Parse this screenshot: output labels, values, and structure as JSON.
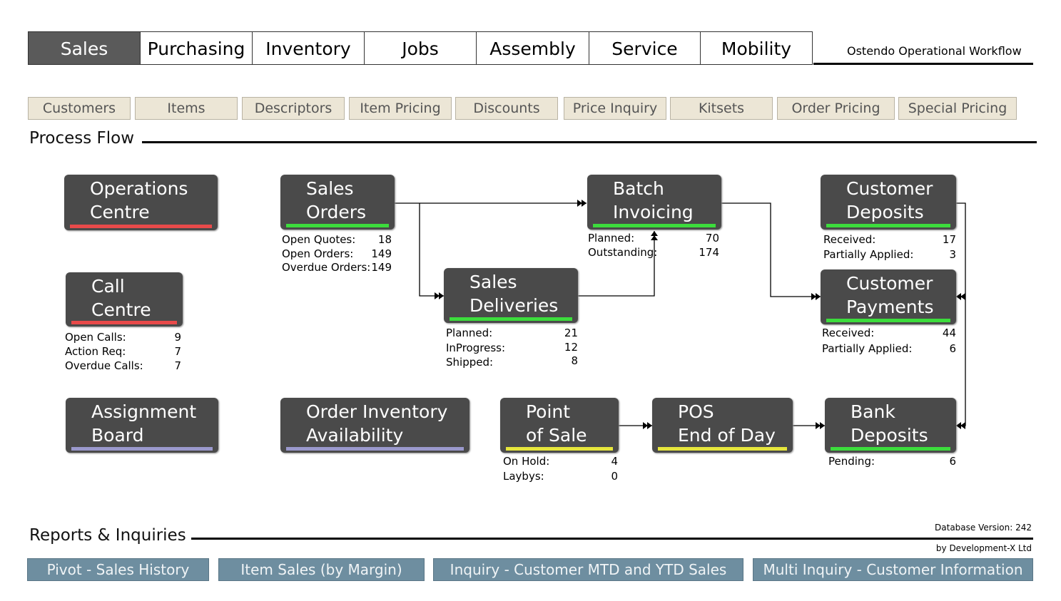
{
  "tabs": [
    "Sales",
    "Purchasing",
    "Inventory",
    "Jobs",
    "Assembly",
    "Service",
    "Mobility"
  ],
  "active_tab": "Sales",
  "brand_title": "Ostendo Operational Workflow",
  "subtabs": [
    "Customers",
    "Items",
    "Descriptors",
    "Item Pricing",
    "Discounts",
    "Price Inquiry",
    "Kitsets",
    "Order Pricing",
    "Special Pricing"
  ],
  "process_flow_heading": "Process Flow",
  "reports_heading": "Reports & Inquiries",
  "nodes": {
    "operations_centre": {
      "line1": "Operations",
      "line2": "Centre"
    },
    "call_centre": {
      "line1": "Call",
      "line2": "Centre",
      "stats": [
        {
          "label": "Open Calls:",
          "value": "9"
        },
        {
          "label": "Action Req:",
          "value": "7"
        },
        {
          "label": "Overdue Calls:",
          "value": "7"
        }
      ]
    },
    "assignment_board": {
      "line1": "Assignment",
      "line2": "Board"
    },
    "sales_orders": {
      "line1": "Sales",
      "line2": "Orders",
      "stats": [
        {
          "label": "Open Quotes:",
          "value": "18"
        },
        {
          "label": "Open Orders:",
          "value": "149"
        },
        {
          "label": "Overdue Orders:",
          "value": "149"
        }
      ]
    },
    "order_inventory": {
      "line1": "Order Inventory",
      "line2": "Availability"
    },
    "sales_deliveries": {
      "line1": "Sales",
      "line2": "Deliveries",
      "stats": [
        {
          "label": "Planned:",
          "value": "21"
        },
        {
          "label": "InProgress:",
          "value": "12"
        },
        {
          "label": "Shipped:",
          "value": "8"
        }
      ]
    },
    "batch_invoicing": {
      "line1": "Batch",
      "line2": "Invoicing",
      "stats": [
        {
          "label": "Planned:",
          "value": "70"
        },
        {
          "label": "Outstanding:",
          "value": "174"
        }
      ]
    },
    "point_of_sale": {
      "line1": "Point",
      "line2": "of Sale",
      "stats": [
        {
          "label": "On Hold:",
          "value": "4"
        },
        {
          "label": "Laybys:",
          "value": "0"
        }
      ]
    },
    "pos_end_of_day": {
      "line1": "POS",
      "line2": "End of Day"
    },
    "customer_deposits": {
      "line1": "Customer",
      "line2": "Deposits",
      "stats": [
        {
          "label": "Received:",
          "value": "17"
        },
        {
          "label": "Partially Applied:",
          "value": "3"
        }
      ]
    },
    "customer_payments": {
      "line1": "Customer",
      "line2": "Payments",
      "stats": [
        {
          "label": "Received:",
          "value": "44"
        },
        {
          "label": "Partially Applied:",
          "value": "6"
        }
      ]
    },
    "bank_deposits": {
      "line1": "Bank",
      "line2": "Deposits",
      "stats": [
        {
          "label": "Pending:",
          "value": "6"
        }
      ]
    }
  },
  "reports": [
    "Pivot - Sales History",
    "Item Sales (by Margin)",
    "Inquiry - Customer MTD and YTD Sales",
    "Multi Inquiry - Customer Information"
  ],
  "database_version": "Database Version: 242",
  "credit": "by Development-X Ltd",
  "colors": {
    "box": "#4a4a4a",
    "red": "#e84a4a",
    "green": "#3cdc3c",
    "purple": "#9a98cc",
    "yellow": "#e6e63c",
    "report_button": "#6e8ea0",
    "subtab": "#ece6d6"
  }
}
